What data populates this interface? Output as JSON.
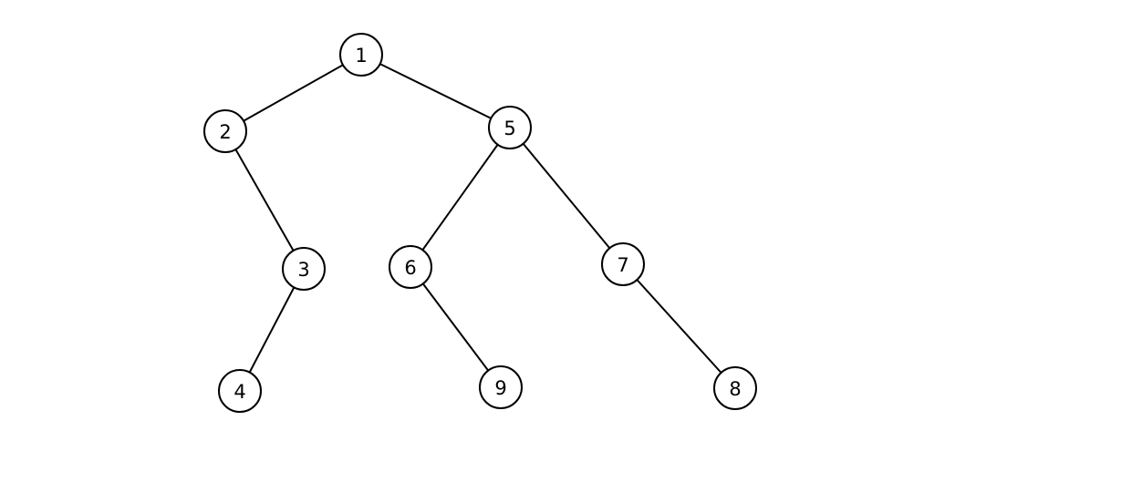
{
  "tree": {
    "nodes": [
      {
        "id": "n1",
        "label": "1"
      },
      {
        "id": "n2",
        "label": "2"
      },
      {
        "id": "n5",
        "label": "5"
      },
      {
        "id": "n3",
        "label": "3"
      },
      {
        "id": "n6",
        "label": "6"
      },
      {
        "id": "n7",
        "label": "7"
      },
      {
        "id": "n4",
        "label": "4"
      },
      {
        "id": "n9",
        "label": "9"
      },
      {
        "id": "n8",
        "label": "8"
      }
    ],
    "edges": [
      {
        "from": "n1",
        "to": "n2"
      },
      {
        "from": "n1",
        "to": "n5"
      },
      {
        "from": "n2",
        "to": "n3"
      },
      {
        "from": "n3",
        "to": "n4"
      },
      {
        "from": "n5",
        "to": "n6"
      },
      {
        "from": "n5",
        "to": "n7"
      },
      {
        "from": "n6",
        "to": "n9"
      },
      {
        "from": "n7",
        "to": "n8"
      }
    ]
  }
}
